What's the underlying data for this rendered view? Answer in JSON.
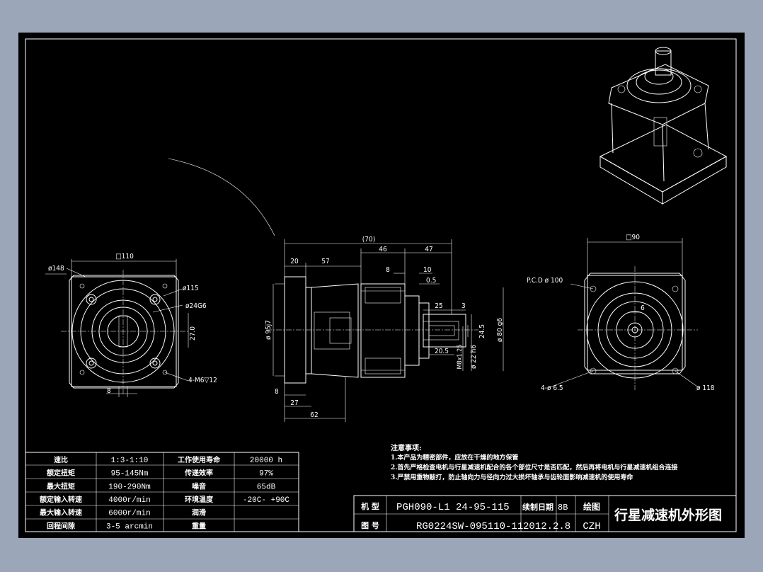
{
  "dims": {
    "top_flange": "□110",
    "phi148": "ø148",
    "phi115": "ø115",
    "phi24g6": "ø24G6",
    "d27": "27.0",
    "m6": "4-M6▽12",
    "d8": "8",
    "d70": "(70)",
    "d46": "46",
    "d47": "47",
    "d20": "20",
    "d57": "57",
    "d8b": "8",
    "d10": "10",
    "d05": "0.5",
    "d25": "25",
    "d3": "3",
    "d245": "24.5",
    "d205": "20.5",
    "phi95": "ø 95j7",
    "m8": "M8x1.25",
    "phi22": "ø 22 h6",
    "phi80": "ø 80 g6",
    "d8c": "8",
    "d27b": "27",
    "d62": "62",
    "sq90": "□90",
    "pcd": "P.C.D ø 100",
    "d6": "6",
    "phi65": "4-ø 6.5",
    "phi118": "ø 118"
  },
  "notes": {
    "title": "注意事项:",
    "l1": "1.本产品为精密部件，应放在干燥的地方保管",
    "l2": "2.首先严格检查电机与行星减速机配合的各个部位尺寸是否匹配，然后再将电机与行星减速机组合连接",
    "l3": "3.严禁用重物敲打，防止轴向力与径向力过大损坏轴承与齿轮面影响减速机的使用寿命"
  },
  "spec": {
    "rows": [
      {
        "k1": "速比",
        "v1": "1:3-1:10",
        "k2": "工作使用寿命",
        "v2": "20000  h"
      },
      {
        "k1": "额定扭矩",
        "v1": "95-145Nm",
        "k2": "传递效率",
        "v2": "97%"
      },
      {
        "k1": "最大扭矩",
        "v1": "190-290Nm",
        "k2": "噪音",
        "v2": "65dB"
      },
      {
        "k1": "额定输入转速",
        "v1": "4000r/min",
        "k2": "环境温度",
        "v2": "-20C- +90C"
      },
      {
        "k1": "最大输入转速",
        "v1": "6000r/min",
        "k2": "润滑",
        "v2": ""
      },
      {
        "k1": "回程间隙",
        "v1": "3-5 arcmin",
        "k2": "重量",
        "v2": ""
      }
    ]
  },
  "titleblock": {
    "model_label": "机  型",
    "model": "PGH090-L1 24-95-115",
    "drawing_label": "图  号",
    "drawing": "RG0224SW-095110-11",
    "mid_top": "续制日期",
    "mid_top2": "8B",
    "date": "2012.2.8",
    "draw_label": "绘图",
    "author": "CZH",
    "title": "行星减速机外形图"
  }
}
